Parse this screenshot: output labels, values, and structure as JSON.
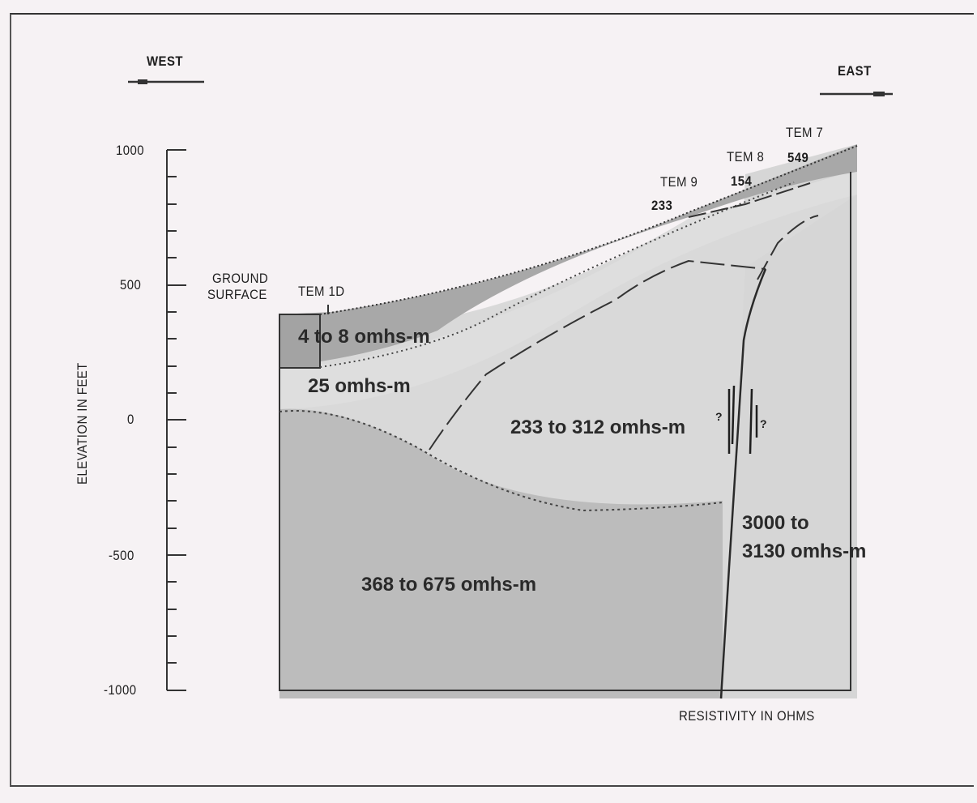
{
  "directions": {
    "west": "WEST",
    "east": "EAST"
  },
  "axis": {
    "label": "ELEVATION IN FEET",
    "ticks": [
      "1000",
      "500",
      "0",
      "-500",
      "-1000"
    ]
  },
  "ground_surface": {
    "line1": "GROUND",
    "line2": "SURFACE"
  },
  "stations": {
    "tem_1d": "TEM 1D",
    "tem_9": "TEM 9",
    "tem_8": "TEM 8",
    "tem_7": "TEM 7",
    "tem_9_value": "233",
    "tem_8_value": "154",
    "tem_7_value": "549"
  },
  "zones": {
    "top": "4 to 8 omhs-m",
    "second": "25 omhs-m",
    "middle": "233 to 312 omhs-m",
    "deep": "368 to 675 omhs-m",
    "east_line1": "3000 to",
    "east_line2": "3130 omhs-m"
  },
  "fault_marks": {
    "left": "?",
    "right": "?"
  },
  "footer": "RESISTIVITY IN OHMS",
  "colors": {
    "background": "#f6f2f4",
    "top_layer": "#a9a9a9",
    "second_layer": "#dadada",
    "middle_layer": "#d8d8d8",
    "deep_layer": "#bdbdbd",
    "east_block": "#d6d6d6"
  }
}
